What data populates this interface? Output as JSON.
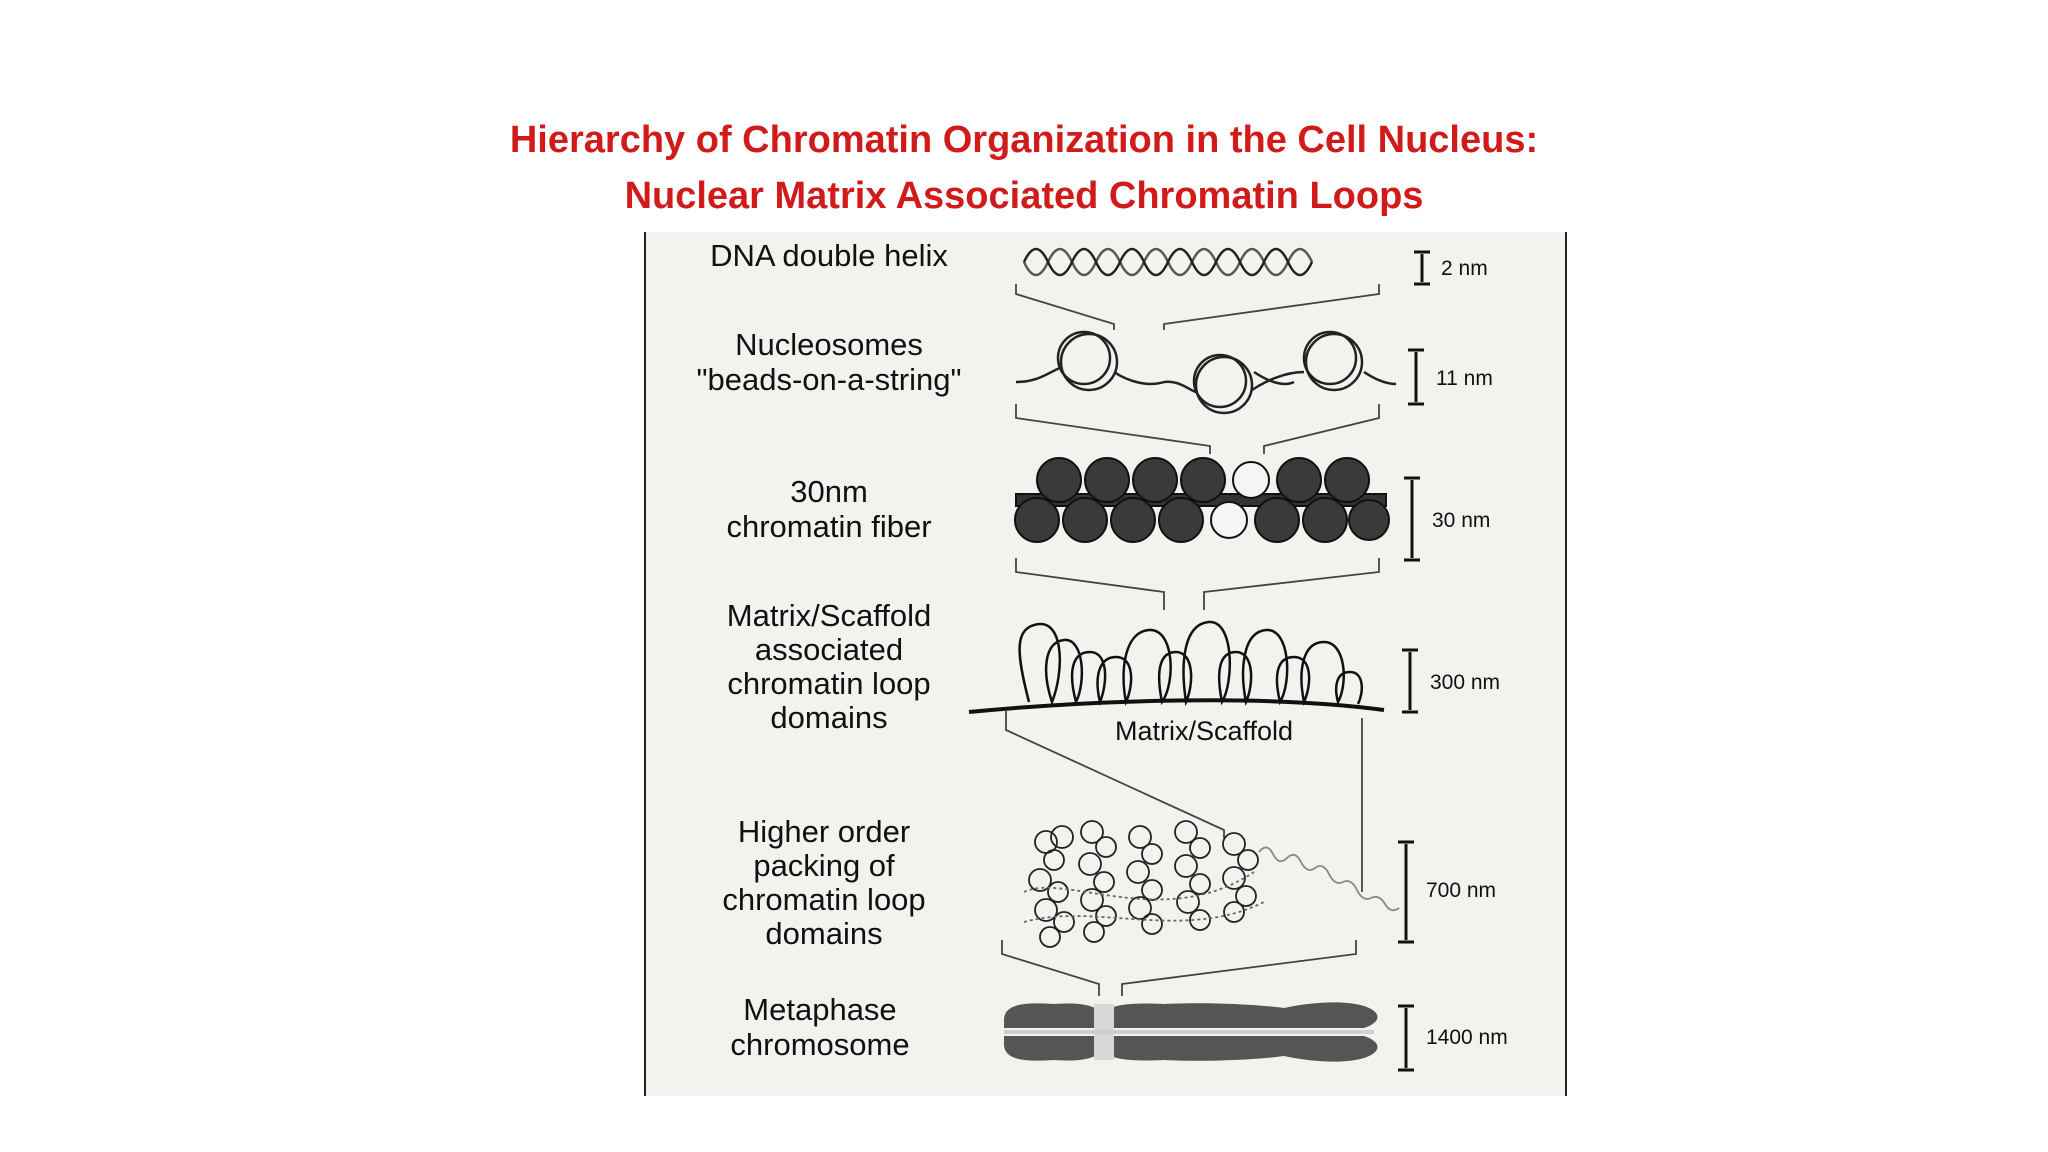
{
  "title": {
    "line1": "Hierarchy of Chromatin Organization in the Cell Nucleus:",
    "line2": "Nuclear Matrix Associated Chromatin Loops",
    "color": "#d11a1a"
  },
  "levels": [
    {
      "label_lines": [
        "DNA double helix"
      ],
      "size": "2 nm"
    },
    {
      "label_lines": [
        "Nucleosomes",
        "\"beads-on-a-string\""
      ],
      "size": "11 nm"
    },
    {
      "label_lines": [
        "30nm",
        "chromatin fiber"
      ],
      "size": "30 nm"
    },
    {
      "label_lines": [
        "Matrix/Scaffold",
        "associated",
        "chromatin loop",
        "domains"
      ],
      "size": "300 nm"
    },
    {
      "label_lines": [
        "Higher order",
        "packing of",
        "chromatin loop",
        "domains"
      ],
      "size": "700 nm"
    },
    {
      "label_lines": [
        "Metaphase",
        "chromosome"
      ],
      "size": "1400 nm"
    }
  ],
  "scaffold_label": "Matrix/Scaffold"
}
